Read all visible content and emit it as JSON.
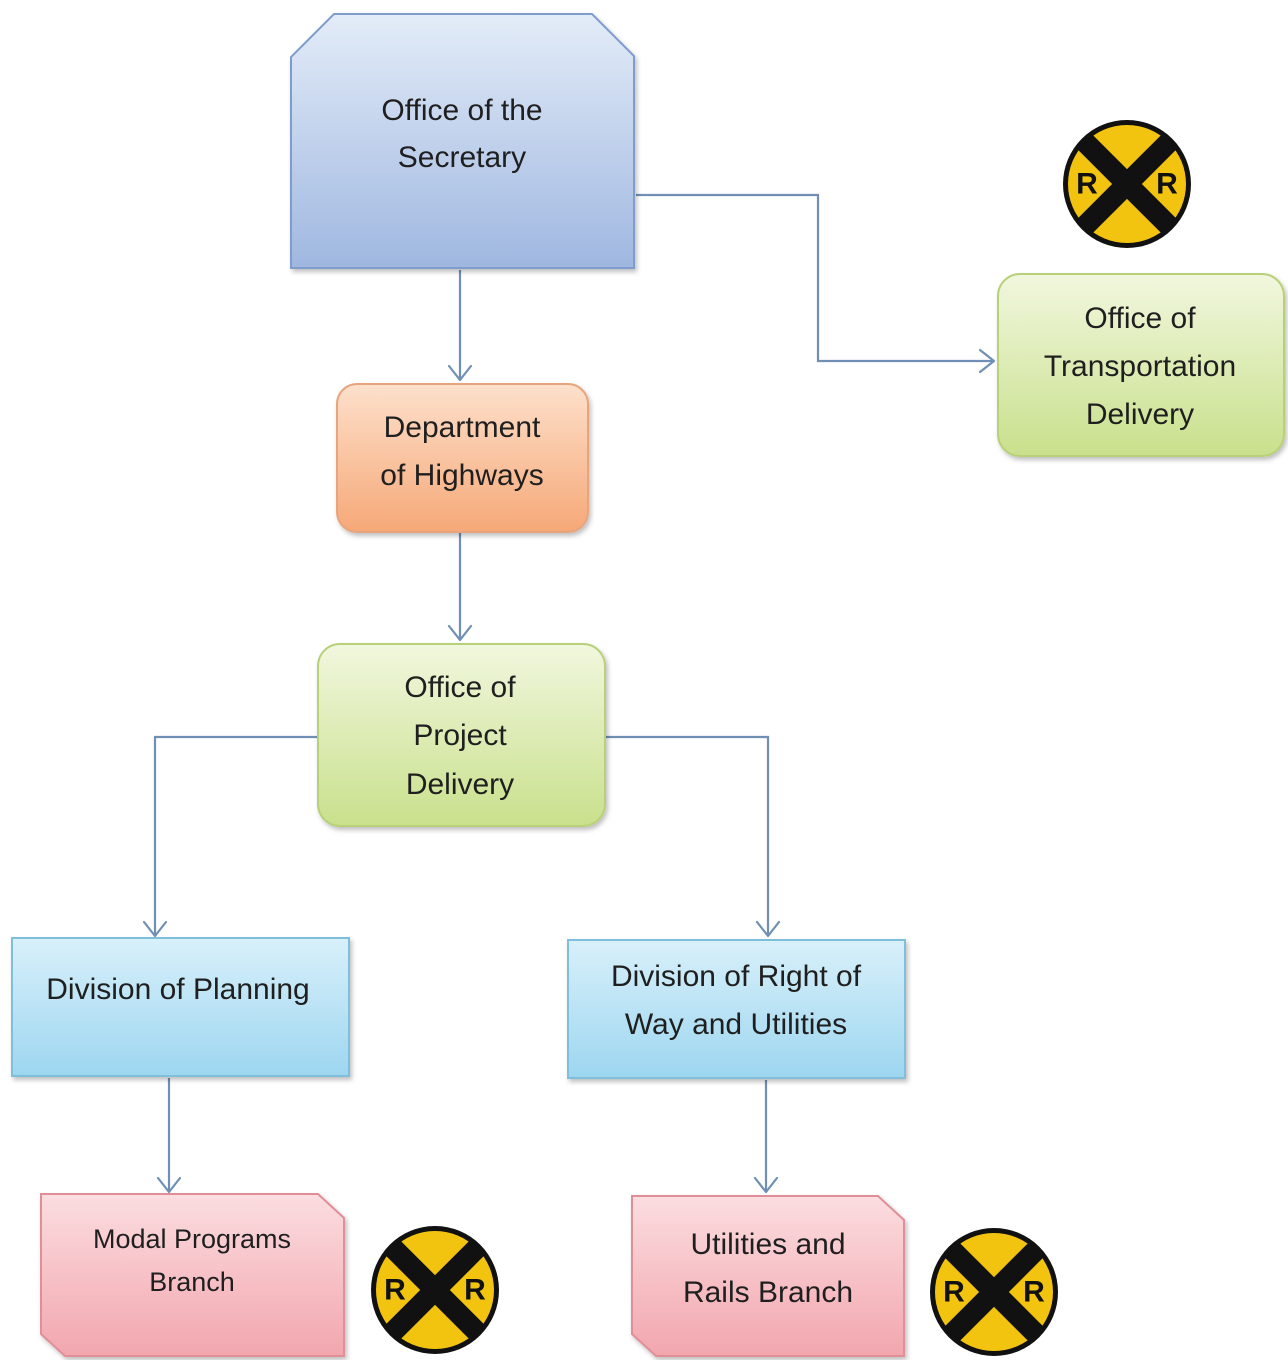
{
  "nodes": {
    "secretary": {
      "lines": [
        "Office of the",
        "Secretary"
      ]
    },
    "highways": {
      "lines": [
        "Department",
        "of Highways"
      ]
    },
    "transportation_delivery": {
      "lines": [
        "Office of",
        "Transportation",
        "Delivery"
      ]
    },
    "project_delivery": {
      "lines": [
        "Office of",
        "Project",
        "Delivery"
      ]
    },
    "planning": {
      "lines": [
        "Division of Planning"
      ]
    },
    "right_of_way": {
      "lines": [
        "Division of Right of",
        "Way and Utilities"
      ]
    },
    "modal_programs": {
      "lines": [
        "Modal Programs",
        "Branch"
      ]
    },
    "utilities_rails": {
      "lines": [
        "Utilities  and",
        "Rails Branch"
      ]
    }
  },
  "railroad_sign": {
    "left_letter": "R",
    "right_letter": "R",
    "color": "#f2c40f"
  },
  "colors": {
    "blue_box": "#a9c0e4",
    "orange_box": "#f7b98e",
    "green_box": "#d6e8a4",
    "cyan_box": "#aadcf2",
    "pink_box": "#f4b6bc",
    "connector": "#6f8fb5"
  }
}
